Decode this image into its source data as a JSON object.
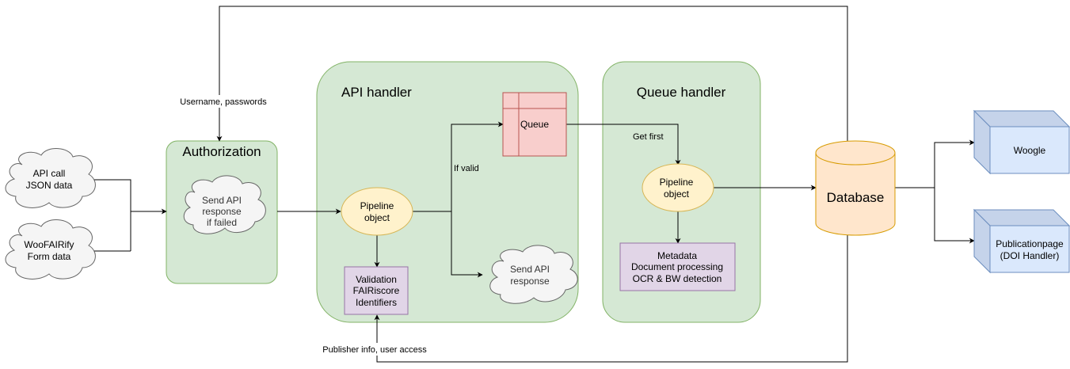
{
  "groups": {
    "authorization": {
      "title": "Authorization"
    },
    "api_handler": {
      "title": "API handler"
    },
    "queue_handler": {
      "title": "Queue handler"
    }
  },
  "nodes": {
    "api_call": [
      "API call",
      "JSON data"
    ],
    "woofairify": [
      "WooFAIRify",
      "Form data"
    ],
    "send_api_failed": [
      "Send API",
      "response",
      "if failed"
    ],
    "pipeline_api": [
      "Pipeline",
      "object"
    ],
    "validation": [
      "Validation",
      "FAIRiscore",
      "Identifiers"
    ],
    "queue": [
      "Queue"
    ],
    "send_api_response": [
      "Send API",
      "response"
    ],
    "pipeline_queue": [
      "Pipeline",
      "object"
    ],
    "metadata": [
      "Metadata",
      "Document processing",
      "OCR & BW detection"
    ],
    "database": [
      "Database"
    ],
    "woogle": [
      "Woogle"
    ],
    "publicationpage": [
      "Publicationpage",
      "(DOI Handler)"
    ]
  },
  "edges": {
    "username_passwords": "Username, passwords",
    "if_valid": "If valid",
    "get_first": "Get first",
    "publisher_info": "Publisher info, user access"
  },
  "colors": {
    "group_fill": "#d5e8d4",
    "group_stroke": "#82b366",
    "cloud_fill": "#f5f5f5",
    "cloud_stroke": "#666666",
    "ellipse_fill": "#fff2cc",
    "ellipse_stroke": "#d6b656",
    "purple_fill": "#e1d5e7",
    "purple_stroke": "#9673a6",
    "queue_fill": "#f8cecc",
    "queue_stroke": "#b85450",
    "db_fill": "#ffe6cc",
    "db_stroke": "#d79b00",
    "cube_fill": "#dae8fc",
    "cube_side": "#c5d3ea",
    "cube_stroke": "#6c8ebf"
  }
}
